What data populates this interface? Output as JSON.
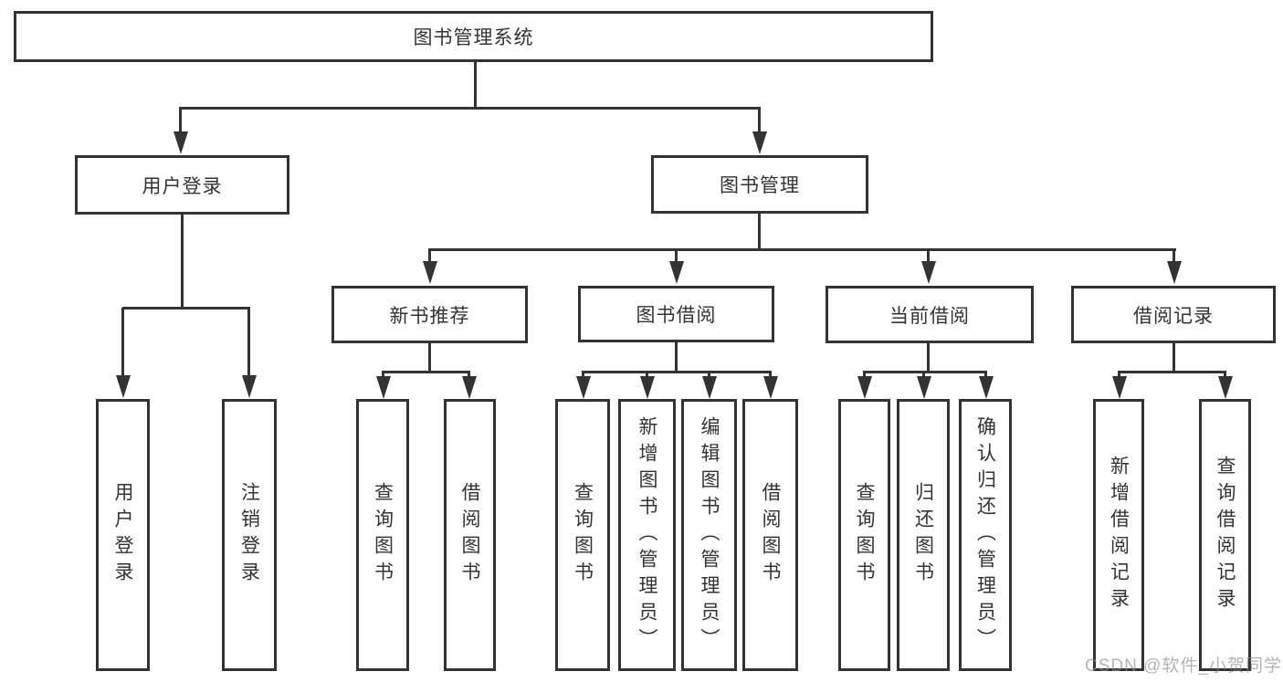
{
  "tree": {
    "root": "图书管理系统",
    "login": {
      "label": "用户登录",
      "children": [
        "用户登录",
        "注销登录"
      ]
    },
    "mgmt": {
      "label": "图书管理",
      "sections": [
        {
          "label": "新书推荐",
          "children": [
            "查询图书",
            "借阅图书"
          ]
        },
        {
          "label": "图书借阅",
          "children": [
            "查询图书",
            "新增图书（管理员）",
            "编辑图书（管理员）",
            "借阅图书"
          ]
        },
        {
          "label": "当前借阅",
          "children": [
            "查询图书",
            "归还图书",
            "确认归还（管理员）"
          ]
        },
        {
          "label": "借阅记录",
          "children": [
            "新增借阅记录",
            "查询借阅记录"
          ]
        }
      ]
    }
  },
  "watermark": {
    "text": "CSDN @软件_小贺同学"
  },
  "colors": {
    "line": "#333333",
    "box_border": "#333333",
    "text": "#333333",
    "background": "#ffffff",
    "watermark": "#8c8c8c"
  }
}
